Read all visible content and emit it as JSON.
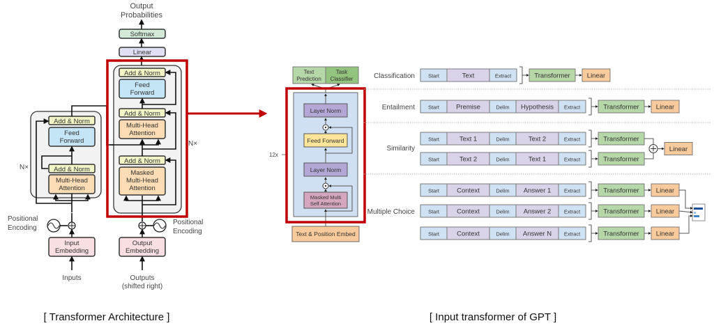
{
  "colors": {
    "highlight_red": "#c00000",
    "add_norm": "#f3f5c6",
    "feed_forward": "#c3e5f5",
    "attention": "#fbdcb4",
    "embedding": "#f9dfe1",
    "linear_left": "#dfe0f3",
    "softmax": "#d3ead8",
    "gpt_block_bg": "#cfe0f3",
    "layer_norm": "#b4a7d6",
    "gpt_feed_forward": "#ffe599",
    "masked_self_attention": "#d5a6bd",
    "embed": "#f9cb9c",
    "text_prediction": "#b6d7a8",
    "task_classifier": "#93c47d",
    "token_blue": "#cfe2f3",
    "token_purple": "#d9d2e9",
    "transformer_green": "#b6d7a8",
    "linear_orange": "#f9cb9c"
  },
  "transformer": {
    "caption": "[ Transformer Architecture ]",
    "output_probabilities": [
      "Output",
      "Probabilities"
    ],
    "softmax": "Softmax",
    "linear": "Linear",
    "nx_left": "N×",
    "nx_right": "N×",
    "encoder": {
      "add_norm_top": "Add & Norm",
      "feed_forward": [
        "Feed",
        "Forward"
      ],
      "add_norm_bottom": "Add & Norm",
      "attention": [
        "Multi-Head",
        "Attention"
      ]
    },
    "decoder": {
      "add_norm_1": "Add & Norm",
      "feed_forward": [
        "Feed",
        "Forward"
      ],
      "add_norm_2": "Add & Norm",
      "attention": [
        "Multi-Head",
        "Attention"
      ],
      "add_norm_3": "Add & Norm",
      "masked_attention": [
        "Masked",
        "Multi-Head",
        "Attention"
      ]
    },
    "positional_encoding_left": [
      "Positional",
      "Encoding"
    ],
    "positional_encoding_right": [
      "Positional",
      "Encoding"
    ],
    "input_embedding": [
      "Input",
      "Embedding"
    ],
    "output_embedding": [
      "Output",
      "Embedding"
    ],
    "inputs": "Inputs",
    "outputs": [
      "Outputs",
      "(shifted right)"
    ]
  },
  "gpt": {
    "caption": "[ Input transformer of GPT ]",
    "text_prediction": [
      "Text",
      "Prediction"
    ],
    "task_classifier": [
      "Task",
      "Classifier"
    ],
    "repeat": "12x",
    "layer_norm_top": "Layer Norm",
    "feed_forward": "Feed Forward",
    "layer_norm_bottom": "Layer Norm",
    "masked_attention": [
      "Masked Multi",
      "Self Attention"
    ],
    "embed": "Text & Position Embed"
  },
  "tasks": [
    {
      "name": "Classification",
      "rows": [
        {
          "tokens": [
            "Start",
            "Text",
            "Extract"
          ],
          "transformer": "Transformer",
          "linear": "Linear"
        }
      ]
    },
    {
      "name": "Entailment",
      "rows": [
        {
          "tokens": [
            "Start",
            "Premise",
            "Delim",
            "Hypothesis",
            "Extract"
          ],
          "transformer": "Transformer",
          "linear": "Linear"
        }
      ]
    },
    {
      "name": "Similarity",
      "rows": [
        {
          "tokens": [
            "Start",
            "Text 1",
            "Delim",
            "Text 2",
            "Extract"
          ],
          "transformer": "Transformer"
        },
        {
          "tokens": [
            "Start",
            "Text 2",
            "Delim",
            "Text 1",
            "Extract"
          ],
          "transformer": "Transformer"
        }
      ],
      "combined_linear": "Linear"
    },
    {
      "name": "Multiple Choice",
      "rows": [
        {
          "tokens": [
            "Start",
            "Context",
            "Delim",
            "Answer 1",
            "Extract"
          ],
          "transformer": "Transformer",
          "linear": "Linear"
        },
        {
          "tokens": [
            "Start",
            "Context",
            "Delim",
            "Answer 2",
            "Extract"
          ],
          "transformer": "Transformer",
          "linear": "Linear"
        },
        {
          "tokens": [
            "Start",
            "Context",
            "Delim",
            "Answer N",
            "Extract"
          ],
          "transformer": "Transformer",
          "linear": "Linear"
        }
      ]
    }
  ]
}
